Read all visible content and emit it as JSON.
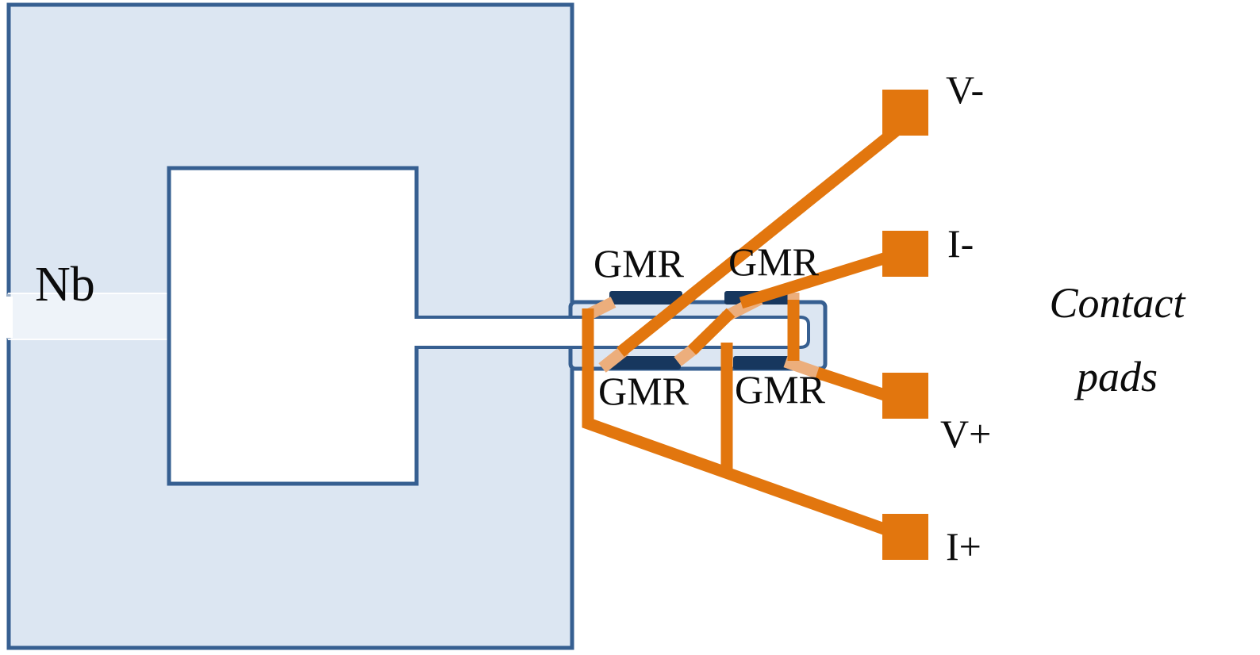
{
  "diagram": {
    "nb_label": "Nb",
    "gmr_labels": [
      "GMR",
      "GMR",
      "GMR",
      "GMR"
    ],
    "pads": [
      {
        "label": "V-"
      },
      {
        "label": "I-"
      },
      {
        "label": "V+"
      },
      {
        "label": "I+"
      }
    ],
    "annotation": {
      "line1": "Contact",
      "line2": "pads"
    },
    "colors": {
      "nb_fill": "#dce6f2",
      "outline": "#365f91",
      "gmr_bar": "#17375e",
      "wire": "#e2760e",
      "wire_muted": "#ecae7c",
      "pad": "#e2760e",
      "text": "#0c0c0c"
    }
  }
}
